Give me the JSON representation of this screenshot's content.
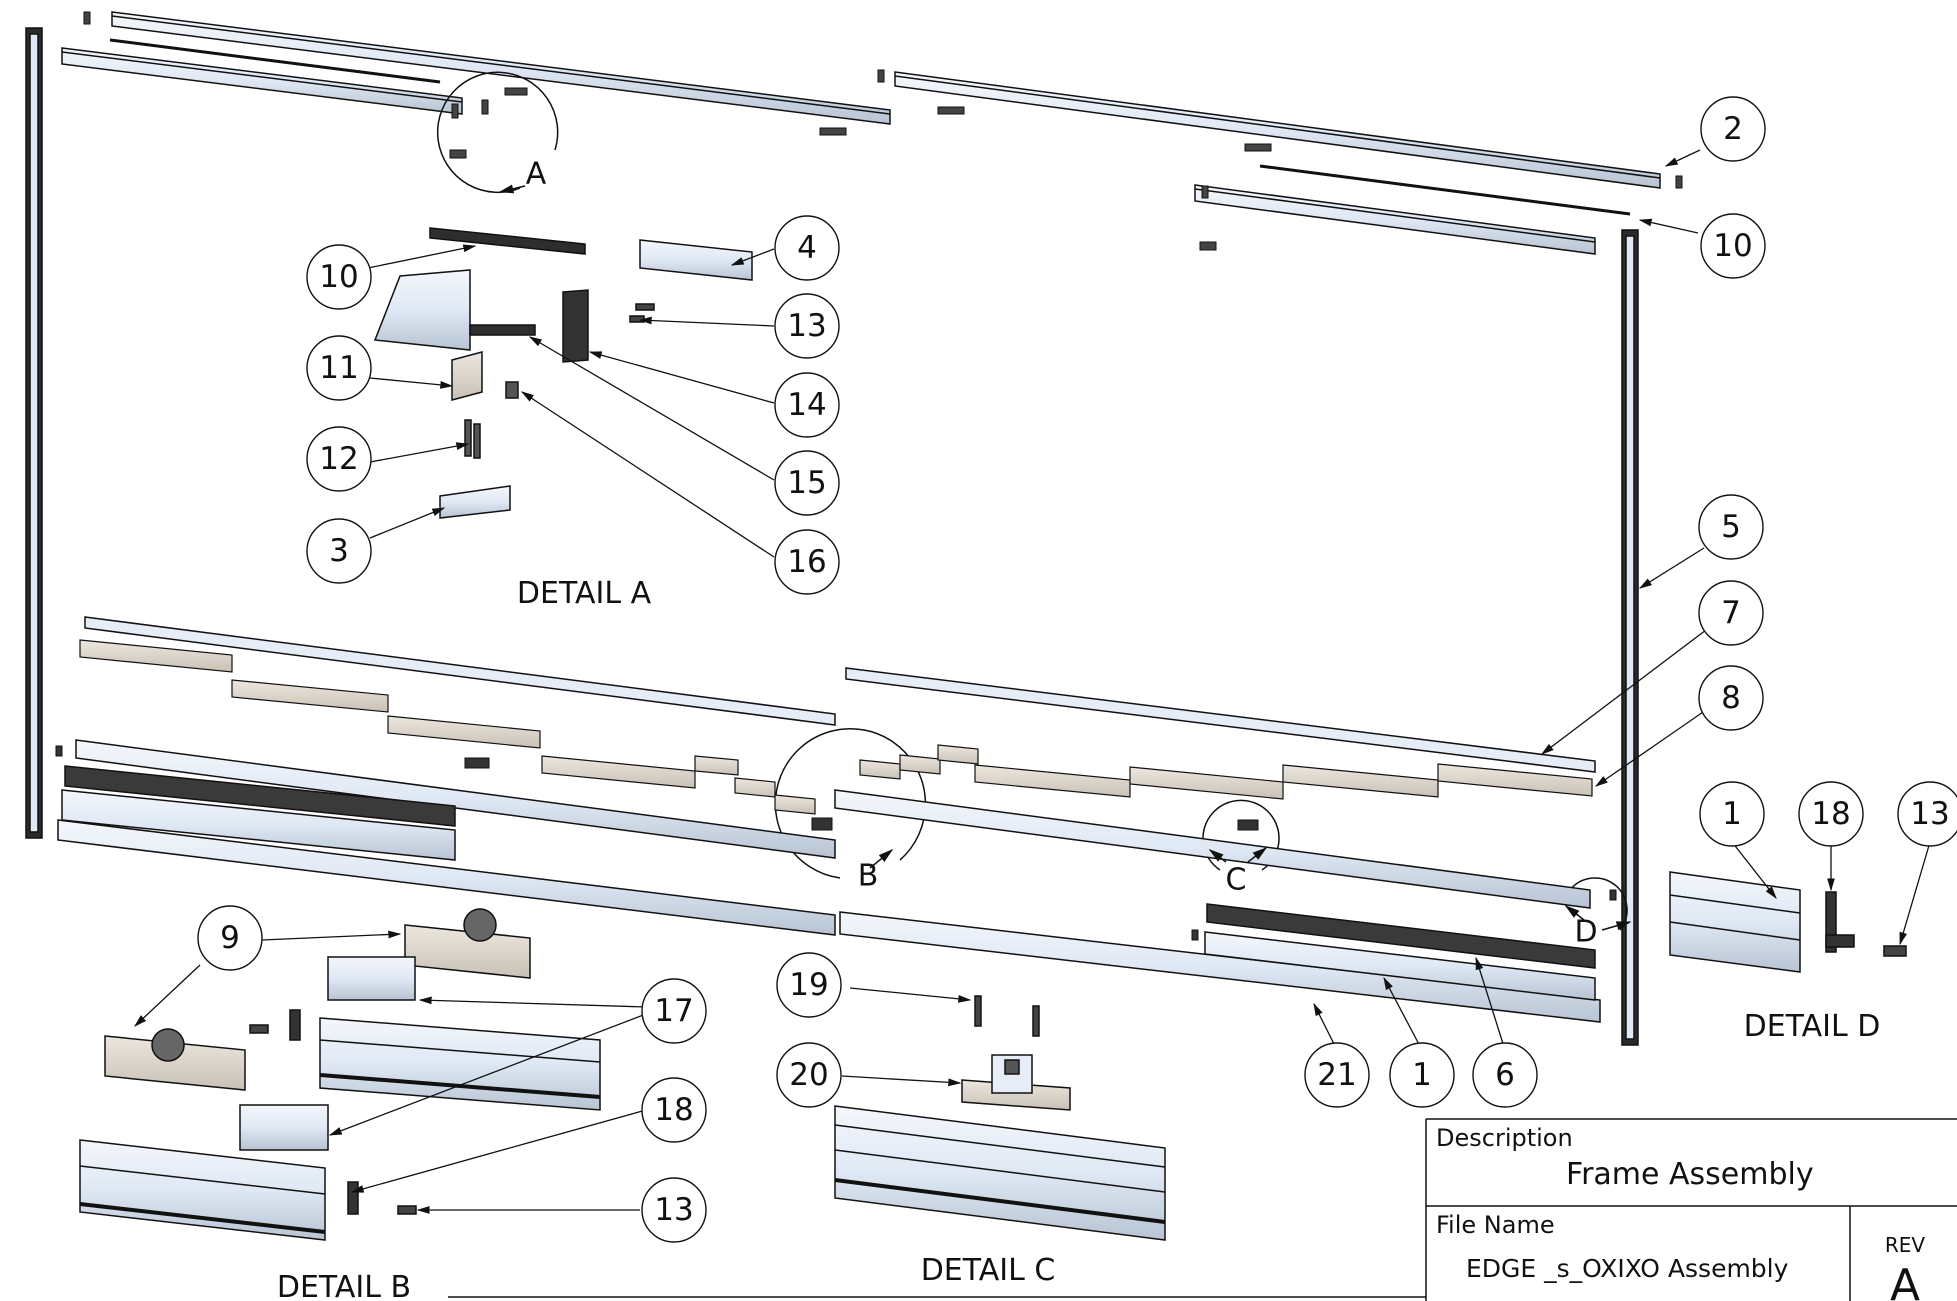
{
  "drawing": {
    "balloons": [
      "2",
      "10",
      "10",
      "4",
      "13",
      "11",
      "14",
      "12",
      "15",
      "3",
      "16",
      "5",
      "7",
      "8",
      "1",
      "18",
      "13",
      "9",
      "17",
      "18",
      "13",
      "19",
      "20",
      "21",
      "1",
      "6"
    ],
    "detail_letters": [
      "A",
      "B",
      "C",
      "D"
    ],
    "detail_titles": [
      "DETAIL A",
      "DETAIL B",
      "DETAIL C",
      "DETAIL D"
    ]
  },
  "title_block": {
    "description_label": "Description",
    "description_value": "Frame Assembly",
    "file_name_label": "File Name",
    "file_name_value": "EDGE _s_OXIXO Assembly",
    "rev_label": "REV",
    "rev_value": "A"
  },
  "colors": {
    "line": "#111111",
    "aluminium": "#dfe8f4",
    "aluminium_dark": "#a9b4c2",
    "plate": "#d8d2c8",
    "dark_seal": "#3a3a3a"
  }
}
